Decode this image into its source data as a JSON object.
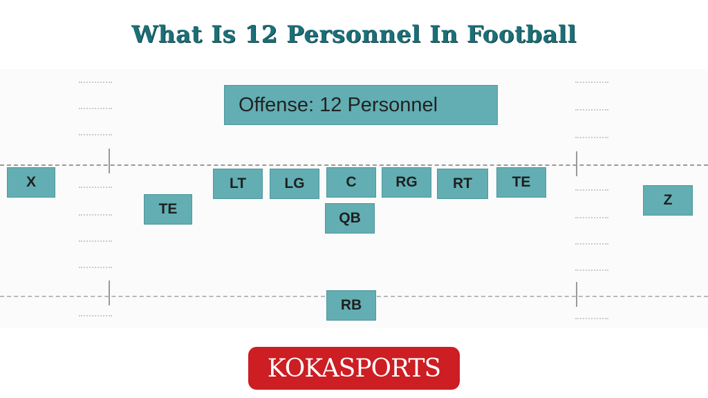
{
  "title": "What Is 12 Personnel In Football",
  "diagram": {
    "banner": "Offense:  12 Personnel",
    "positions": {
      "x": "X",
      "te_left": "TE",
      "lt": "LT",
      "lg": "LG",
      "c": "C",
      "qb": "QB",
      "rg": "RG",
      "rt": "RT",
      "te_right": "TE",
      "z": "Z",
      "rb": "RB"
    }
  },
  "logo": {
    "text": "KOKASPORTS",
    "color": "#cc1e23"
  },
  "colors": {
    "title": "#1c6f77",
    "box": "#62aeb3"
  }
}
